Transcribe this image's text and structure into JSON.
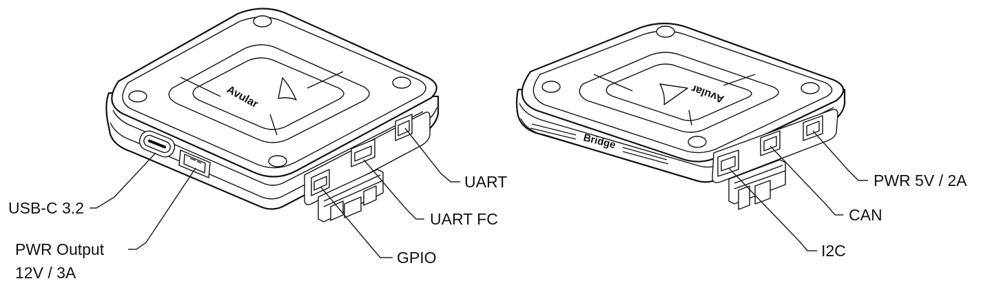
{
  "left_device": {
    "logo_text": "Avular",
    "labels": {
      "usb_c": "USB-C 3.2",
      "pwr_output_line1": "PWR Output",
      "pwr_output_line2": "12V / 3A",
      "gpio": "GPIO",
      "uart_fc": "UART FC",
      "uart": "UART"
    }
  },
  "right_device": {
    "logo_text": "Avular",
    "side_text": "Bridge",
    "labels": {
      "i2c": "I2C",
      "can": "CAN",
      "pwr_5v": "PWR 5V / 2A"
    }
  }
}
